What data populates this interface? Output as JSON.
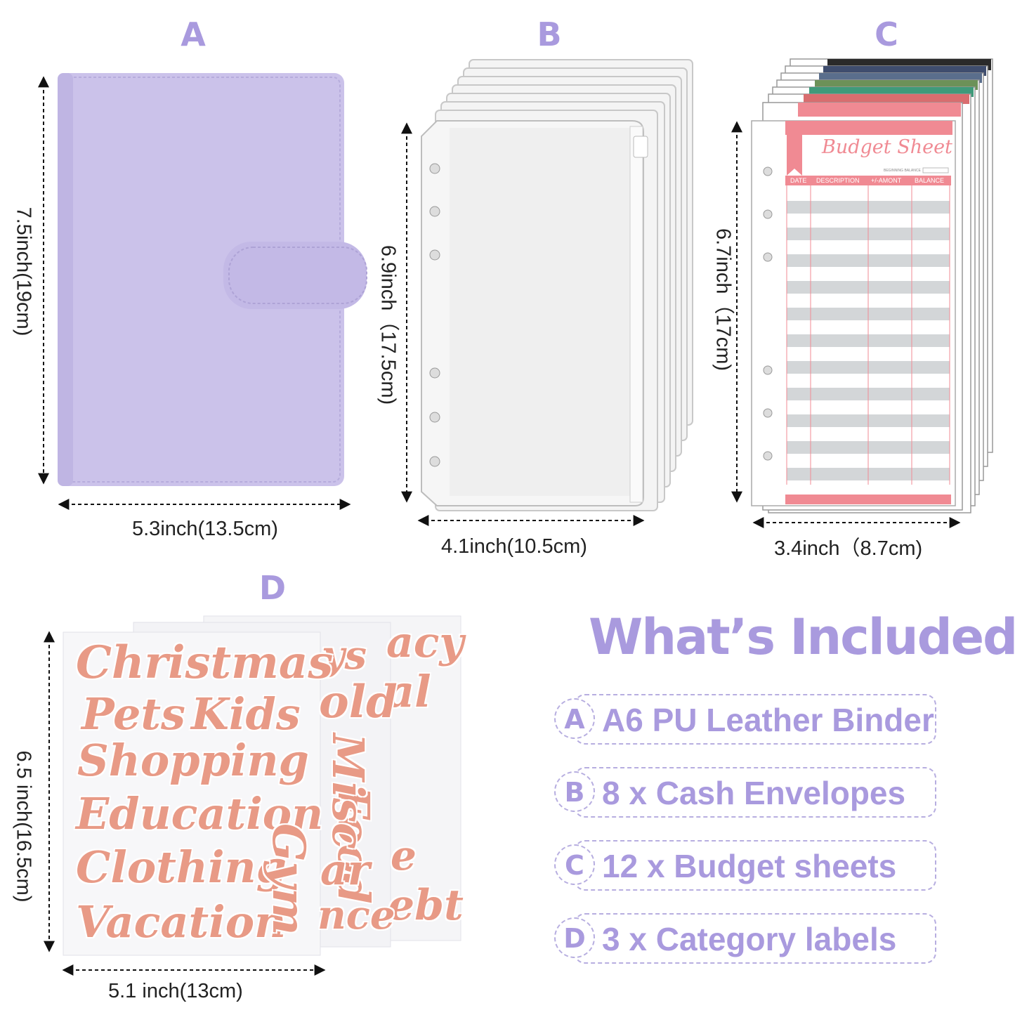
{
  "panels": {
    "a": {
      "letter": "A",
      "width_label": "5.3inch(13.5cm)",
      "height_label": "7.5inch(19cm)"
    },
    "b": {
      "letter": "B",
      "width_label": "4.1inch(10.5cm)",
      "height_label": "6.9inch（17.5cm)"
    },
    "c": {
      "letter": "C",
      "width_label": "3.4inch（8.7cm)",
      "height_label": "6.7inch（17cm)"
    },
    "d": {
      "letter": "D",
      "width_label": "5.1 inch(13cm)",
      "height_label": "6.5 inch(16.5cm)"
    }
  },
  "budget_sheet": {
    "title": "Budget Sheet",
    "beginning_balance": "BEGINNING BALANCE",
    "columns": [
      "DATE",
      "DESCRIPTION",
      "+/-AMONT",
      "BALANCE"
    ]
  },
  "labels_front": [
    "Christmas",
    "Pets",
    "Kids",
    "Shopping",
    "Education",
    "Clothing",
    "Vacation",
    "Gym"
  ],
  "labels_middle": [
    "ys",
    "old",
    "Misc",
    "ar",
    "nce"
  ],
  "labels_back": [
    "acy",
    "al",
    "Food",
    "e",
    "ebt"
  ],
  "included": {
    "title": "What’s Included",
    "items": [
      {
        "letter": "A",
        "text": "A6 PU  Leather Binder"
      },
      {
        "letter": "B",
        "text": "8 x  Cash Envelopes"
      },
      {
        "letter": "C",
        "text": "12 x Budget sheets"
      },
      {
        "letter": "D",
        "text": "3 x  Category labels"
      }
    ]
  },
  "colors": {
    "accent": "#a99ade",
    "binder": "#cbc2ea",
    "label_text": "#e89a86",
    "sheet_pink": "#f08a93"
  }
}
